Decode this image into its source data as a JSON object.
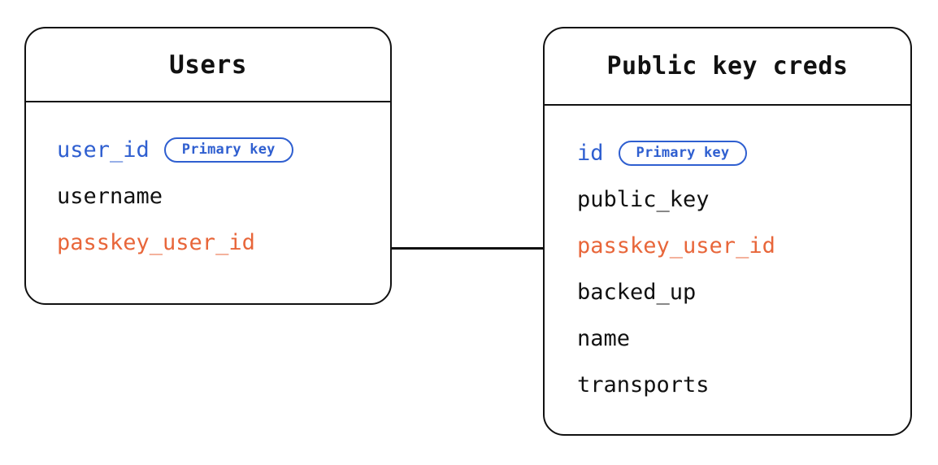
{
  "diagram": {
    "type": "entity-relationship-diagram",
    "background_color": "#ffffff",
    "colors": {
      "border": "#111111",
      "text": "#111111",
      "primary_key": "#2f5fd0",
      "foreign_key": "#e8663a"
    },
    "entities": [
      {
        "id": "users",
        "title": "Users",
        "fields": [
          {
            "name": "user_id",
            "role": "primary_key",
            "badge": "Primary key"
          },
          {
            "name": "username",
            "role": "plain",
            "badge": null
          },
          {
            "name": "passkey_user_id",
            "role": "foreign_key",
            "badge": null
          }
        ]
      },
      {
        "id": "public_key_creds",
        "title": "Public key creds",
        "fields": [
          {
            "name": "id",
            "role": "primary_key",
            "badge": "Primary key"
          },
          {
            "name": "public_key",
            "role": "plain",
            "badge": null
          },
          {
            "name": "passkey_user_id",
            "role": "foreign_key",
            "badge": null
          },
          {
            "name": "backed_up",
            "role": "plain",
            "badge": null
          },
          {
            "name": "name",
            "role": "plain",
            "badge": null
          },
          {
            "name": "transports",
            "role": "plain",
            "badge": null
          }
        ]
      }
    ],
    "relationships": [
      {
        "from_entity": "users",
        "from_field": "passkey_user_id",
        "to_entity": "public_key_creds",
        "to_field": "passkey_user_id",
        "style": "solid-line"
      }
    ]
  }
}
